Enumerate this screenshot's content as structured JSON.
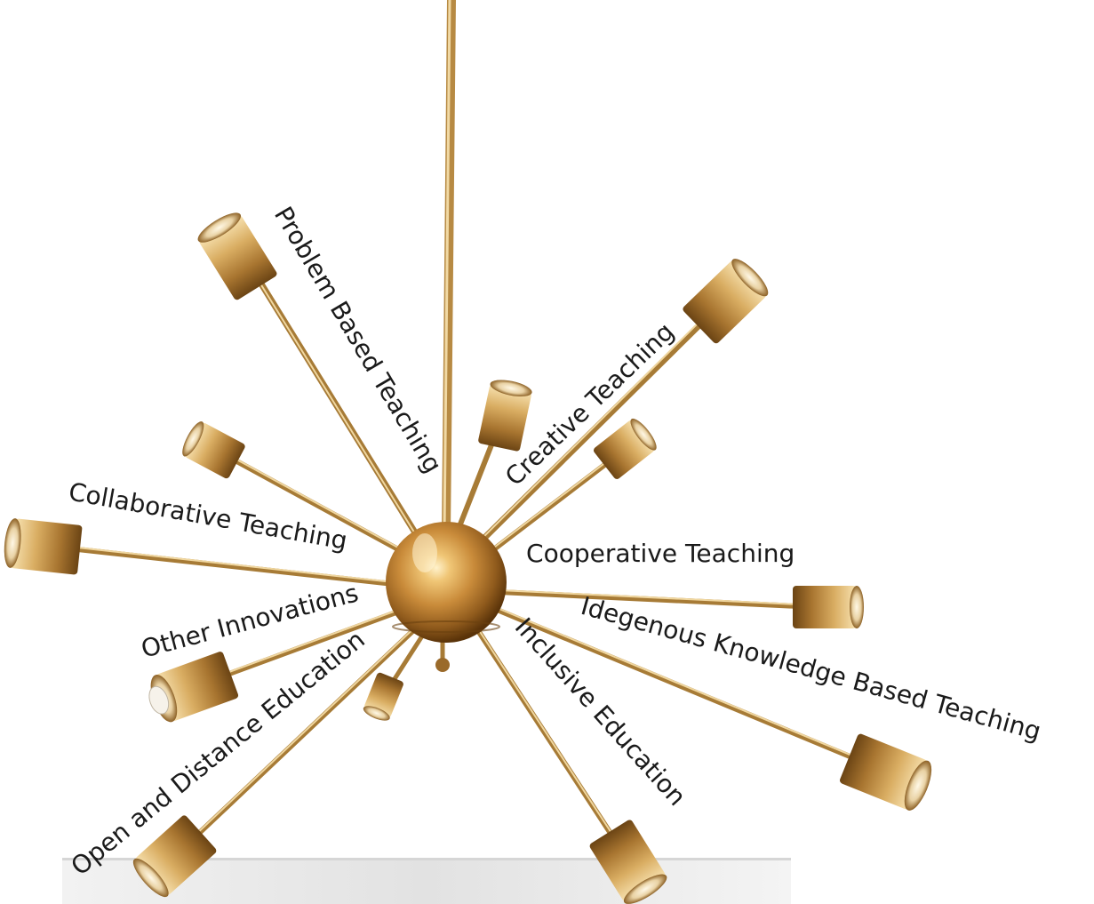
{
  "diagram": {
    "style": "sputnik-chandelier",
    "colors": {
      "brass_light": "#f4d79a",
      "brass_mid": "#d3a65a",
      "brass_dark": "#8c5f21",
      "brass_shadow": "#5b3a10",
      "label_text": "#1a1a1a",
      "background": "#ffffff",
      "base_block": "#e7e7e7"
    },
    "labels": {
      "problem_based": "Problem Based Teaching",
      "creative": "Creative Teaching",
      "collaborative": "Collaborative Teaching",
      "cooperative": "Cooperative Teaching",
      "other_innovations": "Other Innovations",
      "indigenous": "Idegenous Knowledge Based Teaching",
      "open_distance": "Open and Distance Education",
      "inclusive": "Inclusive Education"
    }
  }
}
